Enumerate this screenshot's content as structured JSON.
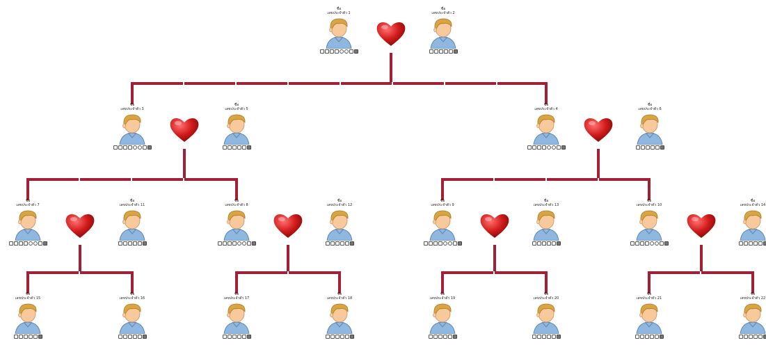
{
  "tree": {
    "people": [
      {
        "id": 1,
        "name": "ชื่อ",
        "caption": "เลขประจำตัว 1",
        "actions": 8
      },
      {
        "id": 2,
        "name": "ชื่อ",
        "caption": "เลขประจำตัว 2",
        "actions": 6
      },
      {
        "id": 3,
        "name": "ชื่อ",
        "caption": "เลขประจำตัว 3",
        "actions": 8
      },
      {
        "id": 5,
        "name": "ชื่อ",
        "caption": "เลขประจำตัว 5",
        "actions": 6
      },
      {
        "id": 4,
        "name": "ชื่อ",
        "caption": "เลขประจำตัว 4",
        "actions": 8
      },
      {
        "id": 6,
        "name": "ชื่อ",
        "caption": "เลขประจำตัว 6",
        "actions": 6
      },
      {
        "id": 7,
        "name": "ชื่อ",
        "caption": "เลขประจำตัว 7",
        "actions": 8
      },
      {
        "id": 11,
        "name": "ชื่อ",
        "caption": "เลขประจำตัว 11",
        "actions": 6
      },
      {
        "id": 8,
        "name": "ชื่อ",
        "caption": "เลขประจำตัว 8",
        "actions": 8
      },
      {
        "id": 12,
        "name": "ชื่อ",
        "caption": "เลขประจำตัว 12",
        "actions": 6
      },
      {
        "id": 9,
        "name": "ชื่อ",
        "caption": "เลขประจำตัว 9",
        "actions": 8
      },
      {
        "id": 13,
        "name": "ชื่อ",
        "caption": "เลขประจำตัว 13",
        "actions": 6
      },
      {
        "id": 10,
        "name": "ชื่อ",
        "caption": "เลขประจำตัว 10",
        "actions": 8
      },
      {
        "id": 14,
        "name": "ชื่อ",
        "caption": "เลขประจำตัว 14",
        "actions": 6
      },
      {
        "id": 15,
        "name": "ชื่อ",
        "caption": "เลขประจำตัว 15",
        "actions": 6
      },
      {
        "id": 16,
        "name": "ชื่อ",
        "caption": "เลขประจำตัว 16",
        "actions": 6
      },
      {
        "id": 17,
        "name": "ชื่อ",
        "caption": "เลขประจำตัว 17",
        "actions": 6
      },
      {
        "id": 18,
        "name": "ชื่อ",
        "caption": "เลขประจำตัว 18",
        "actions": 6
      },
      {
        "id": 19,
        "name": "ชื่อ",
        "caption": "เลขประจำตัว 19",
        "actions": 6
      },
      {
        "id": 20,
        "name": "ชื่อ",
        "caption": "เลขประจำตัว 20",
        "actions": 6
      },
      {
        "id": 21,
        "name": "ชื่อ",
        "caption": "เลขประจำตัว 21",
        "actions": 6
      },
      {
        "id": 22,
        "name": "ชื่อ",
        "caption": "เลขประจำตัว 22",
        "actions": 6
      }
    ],
    "couples": [
      [
        1,
        2
      ],
      [
        3,
        5
      ],
      [
        4,
        6
      ],
      [
        7,
        11
      ],
      [
        8,
        12
      ],
      [
        9,
        13
      ],
      [
        10,
        14
      ]
    ],
    "families": [
      {
        "parents": [
          1,
          2
        ],
        "children": [
          3,
          4
        ]
      },
      {
        "parents": [
          3,
          5
        ],
        "children": [
          7,
          8
        ]
      },
      {
        "parents": [
          4,
          6
        ],
        "children": [
          9,
          10
        ]
      },
      {
        "parents": [
          7,
          11
        ],
        "children": [
          15,
          16
        ]
      },
      {
        "parents": [
          8,
          12
        ],
        "children": [
          17,
          18
        ]
      },
      {
        "parents": [
          9,
          13
        ],
        "children": [
          19,
          20
        ]
      },
      {
        "parents": [
          10,
          14
        ],
        "children": [
          21,
          22
        ]
      }
    ],
    "colors": {
      "connector": "#a31f35",
      "heart": "#d11a1a",
      "hair": "#d9a441",
      "skin": "#f8c99b",
      "shirt": "#8fb7e0"
    }
  }
}
